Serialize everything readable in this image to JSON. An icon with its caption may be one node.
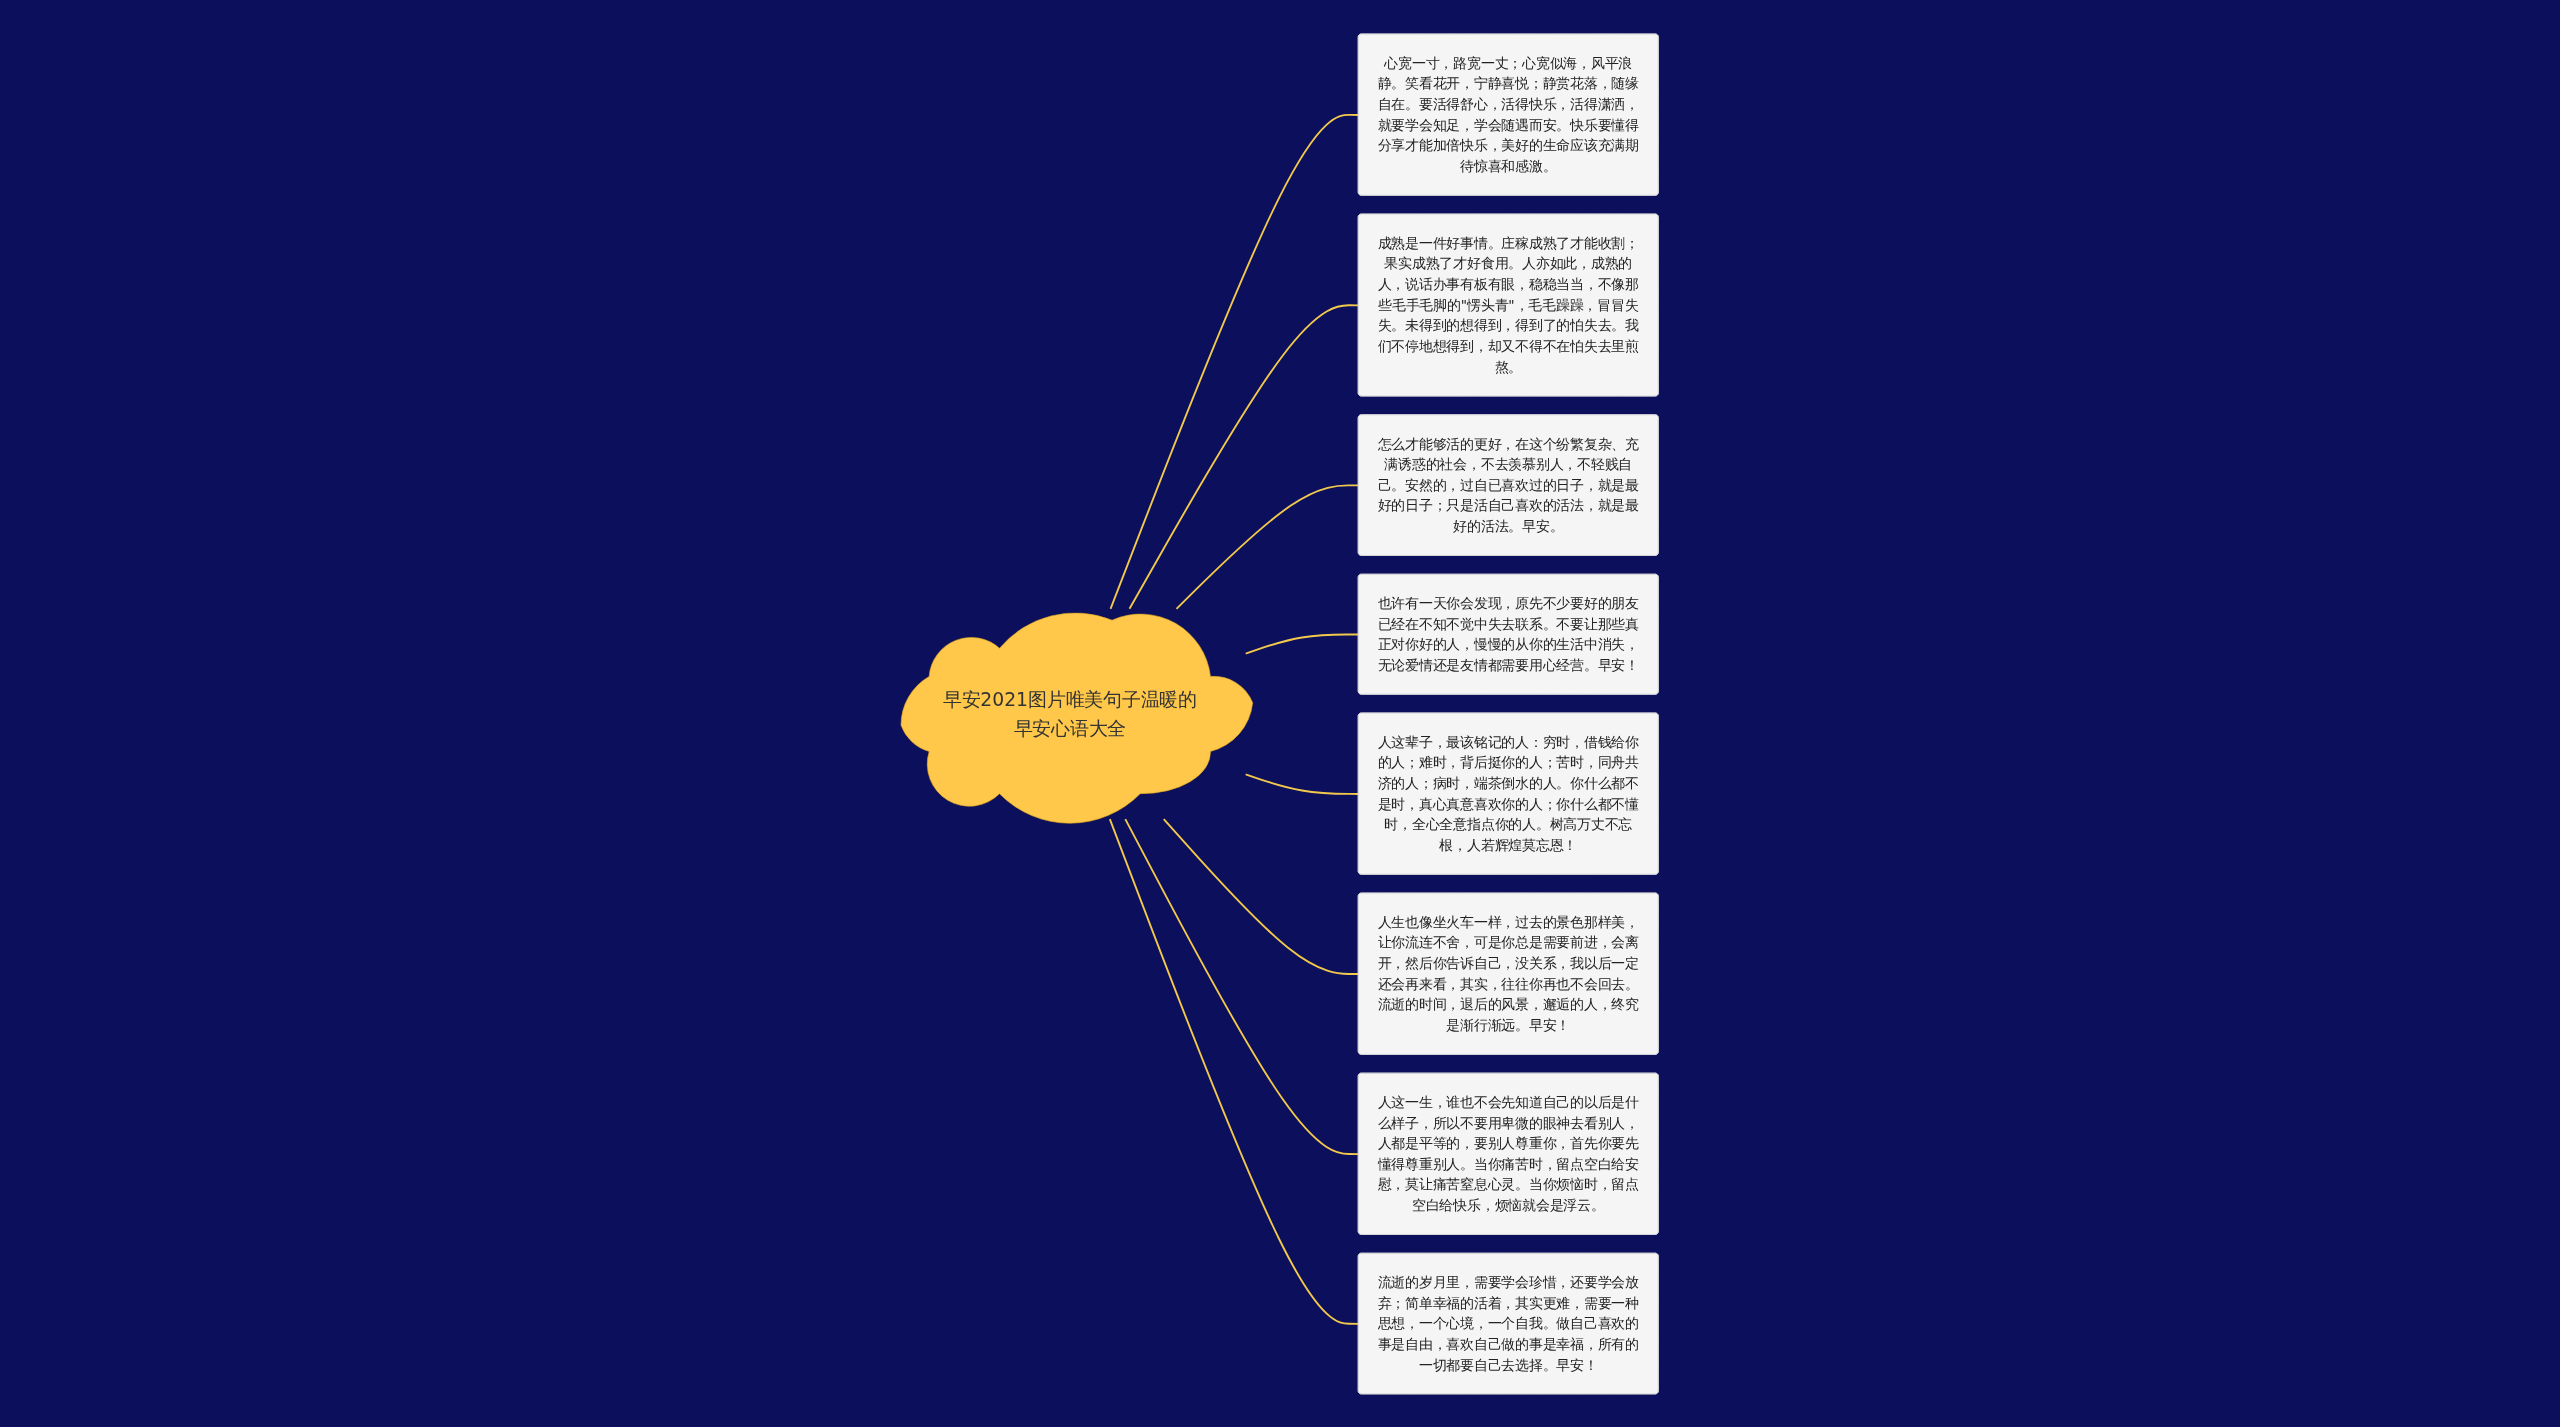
{
  "diagram": {
    "nodes": [
      {
        "text": [
          "早安2021图片唯美句子温暖的早安心语大全"
        ]
      },
      {
        "text": [
          "心宽一寸，路宽一丈；心宽似海，风平浪静。笑看花开，宁静喜悦；静赏花落，随缘自在。要活得舒心，活得快乐，活得潇洒，就要学会知足，学会随遇而安。快乐要懂得分享才能加倍快乐，美好的生命应该充满期待惊喜和感激。"
        ]
      },
      {
        "text": [
          "成熟是一件好事情。庄稼成熟了才能收割；果实成熟了才好食用。人亦如此，成熟的人，说话办事有板有眼，稳稳当当，不像那些毛手毛脚的\"愣头青\"，毛毛躁躁，冒冒失失。未得到的想得到，得到了的怕失去。我们不停地想得到，却又不得不在怕失去里煎熬。"
        ]
      },
      {
        "text": [
          "怎么才能够活的更好，在这个纷繁复杂、充满诱惑的社会，不去羡慕别人，不轻贱自己。安然的，过自已喜欢过的日子，就是最好的日子；只是活自己喜欢的活法，就是最好的活法。早安。"
        ]
      },
      {
        "text": [
          "也许有一天你会发现，原先不少要好的朋友已经在不知不觉中失去联系。不要让那些真正对你好的人，慢慢的从你的生活中消失，无论爱情还是友情都需要用心经营。早安！"
        ]
      },
      {
        "text": [
          "人这辈子，最该铭记的人：穷时，借钱给你的人；难时，背后挺你的人；苦时，同舟共济的人；病时，端茶倒水的人。你什么都不是时，真心真意喜欢你的人；你什么都不懂时，全心全意指点你的人。树高万丈不忘根，人若辉煌莫忘恩！"
        ]
      },
      {
        "text": [
          "人生也像坐火车一样，过去的景色那样美，让你流连不舍，可是你总是需要前进，会离开，然后你告诉自己，没关系，我以后一定还会再来看，其实，往往你再也不会回去。流逝的时间，退后的风景，邂逅的人，终究是渐行渐远。早安！"
        ]
      },
      {
        "text": [
          "人这一生，谁也不会先知道自己的以后是什么样子，所以不要用卑微的眼神去看别人，人都是平等的，要别人尊重你，首先你要先懂得尊重别人。当你痛苦时，留点空白给安慰，莫让痛苦窒息心灵。当你烦恼时，留点空白给快乐，烦恼就会是浮云。"
        ]
      },
      {
        "text": [
          "流逝的岁月里，需要学会珍惜，还要学会放弃；简单幸福的活着，其实更难，需要一种思想，一个心境，一个自我。做自己喜欢的事是自由，喜欢自己做的事是幸福，所有的一切都要自己去选择。早安！"
        ]
      }
    ],
    "edges": [
      {
        "from": 0,
        "to": 1,
        "arrow": "none"
      },
      {
        "from": 0,
        "to": 2,
        "arrow": "none"
      },
      {
        "from": 0,
        "to": 3,
        "arrow": "none"
      },
      {
        "from": 0,
        "to": 4,
        "arrow": "none"
      },
      {
        "from": 0,
        "to": 5,
        "arrow": "none"
      },
      {
        "from": 0,
        "to": 6,
        "arrow": "none"
      },
      {
        "from": 0,
        "to": 7,
        "arrow": "none"
      },
      {
        "from": 0,
        "to": 8,
        "arrow": "none"
      }
    ]
  }
}
